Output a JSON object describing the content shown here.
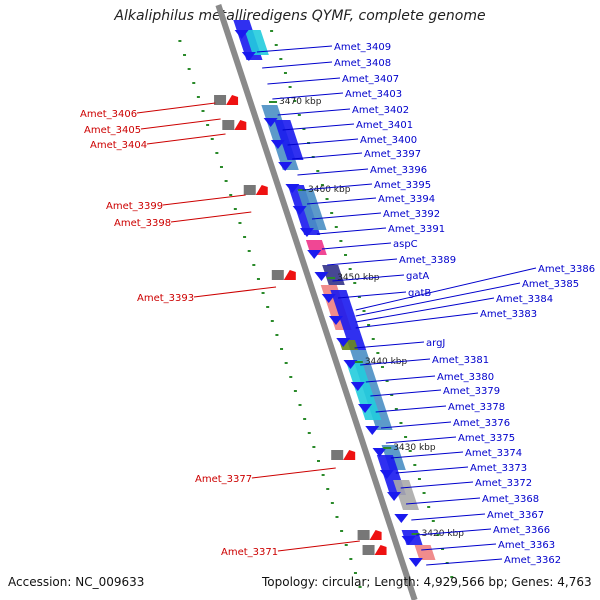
{
  "title": "Alkaliphilus metalliredigens QYMF, complete genome",
  "footer": {
    "accession": "Accession: NC_009633",
    "summary": "Topology: circular; Length: 4,929,566 bp; Genes: 4,763"
  },
  "colors": {
    "backbone": "#8a8a8a",
    "right_labels": "#0000cc",
    "left_labels": "#cc0000",
    "tick": "#2a8a2a",
    "cog_blue": "#1a1aee",
    "steel": "#4a8fc4",
    "cyan": "#22ccdd",
    "red_gene": "#ee1111",
    "pink": "#ee3388",
    "salmon": "#ee8080",
    "olive": "#6a8a1a"
  },
  "scale_ticks": [
    "3470 kbp",
    "3460 kbp",
    "3450 kbp",
    "3440 kbp",
    "3430 kbp",
    "3420 kbp"
  ],
  "right_labels": [
    "Amet_3409",
    "Amet_3408",
    "Amet_3407",
    "Amet_3403",
    "Amet_3402",
    "Amet_3401",
    "Amet_3400",
    "Amet_3397",
    "Amet_3396",
    "Amet_3395",
    "Amet_3394",
    "Amet_3392",
    "Amet_3391",
    "aspC",
    "Amet_3389",
    "gatA",
    "gatB",
    "argJ",
    "Amet_3381",
    "Amet_3380",
    "Amet_3379",
    "Amet_3378",
    "Amet_3376",
    "Amet_3375",
    "Amet_3374",
    "Amet_3373",
    "Amet_3372",
    "Amet_3368",
    "Amet_3367",
    "Amet_3366",
    "Amet_3363",
    "Amet_3362"
  ],
  "far_right_labels": [
    "Amet_3386",
    "Amet_3385",
    "Amet_3384",
    "Amet_3383"
  ],
  "left_labels": [
    "Amet_3406",
    "Amet_3405",
    "Amet_3404",
    "Amet_3399",
    "Amet_3398",
    "Amet_3393",
    "Amet_3377",
    "Amet_3371"
  ]
}
